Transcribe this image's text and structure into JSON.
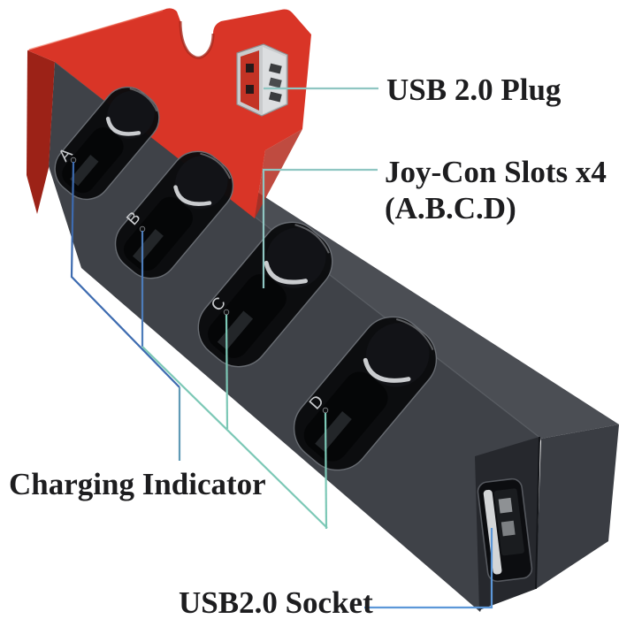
{
  "annotations": {
    "usb_plug": {
      "label": "USB 2.0 Plug"
    },
    "joycon_slots": {
      "label_line1": "Joy-Con Slots x4",
      "label_line2": "(A.B.C.D)"
    },
    "charging_indicator": {
      "label": "Charging Indicator"
    },
    "usb_socket": {
      "label": "USB2.0 Socket"
    }
  },
  "device": {
    "slot_letters": [
      "A",
      "B",
      "C",
      "D"
    ],
    "slot_count": "4"
  },
  "colors": {
    "background": "#ffffff",
    "label_text": "#1d1d1f",
    "dock_red": "#d93527",
    "dock_red_dark": "#9c2217",
    "dock_gray_front": "#3f4248",
    "dock_gray_top": "#4b4e54",
    "dock_end_face": "#26282d",
    "slot_black": "#0b0c0e",
    "slot_letter_gray": "#c9cbce",
    "pointer_teal": "#8fc6c2",
    "pointer_green": "#7cc8b6",
    "pointer_blue": "#4d7cba",
    "pointer_blue_dark": "#3d6bb0",
    "pointer_stub_blue": "#5f9ab5",
    "pointer_socket_blue": "#5c97d8"
  }
}
